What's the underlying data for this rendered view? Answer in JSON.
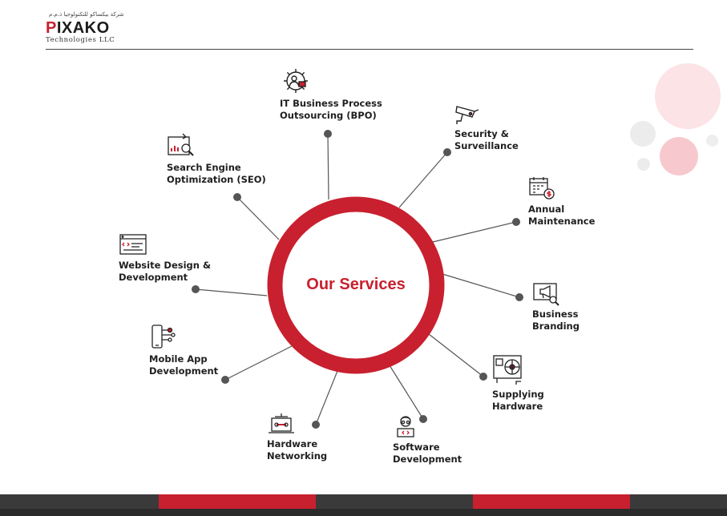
{
  "brand": {
    "arabic": "شركة بيكساكو للتكنولوجيا ذ.م.م",
    "name_first": "P",
    "name_rest": "IXAKO",
    "tagline": "Technologies LLC"
  },
  "center_label": "Our Services",
  "colors": {
    "accent": "#c8202f",
    "dot": "#555555",
    "line": "#555555",
    "text": "#1f1f1f"
  },
  "services": [
    {
      "id": "bpo",
      "icon": "cog-person-icon",
      "line1": "IT Business Process",
      "line2": "Outsourcing (BPO)"
    },
    {
      "id": "security",
      "icon": "cctv-camera-icon",
      "line1": "Security &",
      "line2": "Surveillance"
    },
    {
      "id": "maintenance",
      "icon": "calendar-dollar-icon",
      "line1": "Annual",
      "line2": "Maintenance"
    },
    {
      "id": "branding",
      "icon": "megaphone-icon",
      "line1": "Business",
      "line2": "Branding"
    },
    {
      "id": "hardware",
      "icon": "hardware-panel-icon",
      "line1": "Supplying",
      "line2": "Hardware"
    },
    {
      "id": "software",
      "icon": "developer-icon",
      "line1": "Software",
      "line2": "Development"
    },
    {
      "id": "networking",
      "icon": "laptop-network-icon",
      "line1": "Hardware",
      "line2": "Networking"
    },
    {
      "id": "mobile",
      "icon": "mobile-app-icon",
      "line1": "Mobile App",
      "line2": "Development"
    },
    {
      "id": "website",
      "icon": "code-window-icon",
      "line1": "Website Design &",
      "line2": "Development"
    },
    {
      "id": "seo",
      "icon": "chart-magnifier-icon",
      "line1": "Search Engine",
      "line2": "Optimization (SEO)"
    }
  ]
}
